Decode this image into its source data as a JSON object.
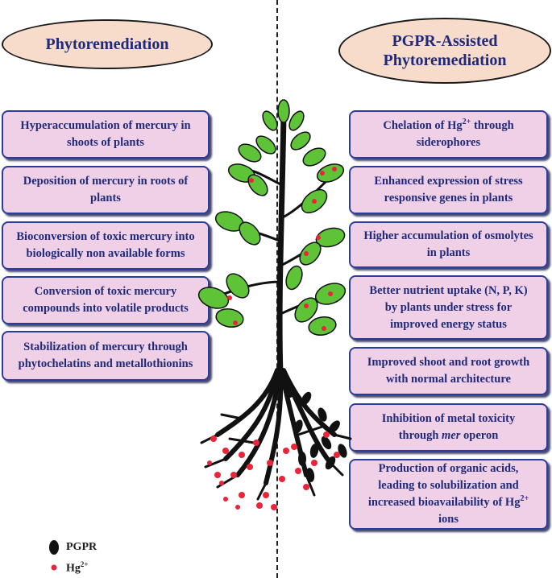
{
  "left_header": "Phytoremediation",
  "right_header_line1": "PGPR-Assisted",
  "right_header_line2": "Phytoremediation",
  "left_boxes": [
    {
      "line1": "Hyperaccumulation of mercury in",
      "line2": "shoots of plants"
    },
    {
      "line1": "Deposition of mercury in roots of",
      "line2": "plants"
    },
    {
      "line1": "Bioconversion of toxic mercury into",
      "line2": "biologically non available forms"
    },
    {
      "line1": "Conversion of toxic mercury",
      "line2": "compounds into volatile products"
    },
    {
      "line1": "Stabilization of mercury through",
      "line2": "phytochelatins and metallothionins"
    }
  ],
  "right_boxes": {
    "b1": {
      "pre": "Chelation of Hg",
      "sup": "2+",
      "post": " through",
      "line2": "siderophores"
    },
    "b2": {
      "line1": "Enhanced expression of stress",
      "line2": "responsive genes in plants"
    },
    "b3": {
      "line1": "Higher accumulation of osmolytes",
      "line2": "in plants"
    },
    "b4": {
      "line1": "Better nutrient uptake (N, P, K)",
      "line2": "by plants under stress for",
      "line3": "improved energy status"
    },
    "b5": {
      "line1": "Improved shoot and root growth",
      "line2": "with normal architecture"
    },
    "b6": {
      "line1": "Inhibition of metal toxicity",
      "pre2": "through ",
      "ital": "mer",
      "post2": " operon"
    },
    "b7": {
      "line1": "Production of organic acids,",
      "line2": "leading to solubilization  and",
      "pre3": "increased bioavailability  of Hg",
      "sup": "2+",
      "line4": "ions"
    }
  },
  "legend": {
    "pgpr": "PGPR",
    "hg": "Hg",
    "hg_sup": "2+"
  },
  "colors": {
    "box_fill": "#f0d0e6",
    "box_border": "#2b3d9a",
    "header_fill": "#f8dccb",
    "leaf": "#5fc338",
    "hg_dot": "#e8253a"
  }
}
